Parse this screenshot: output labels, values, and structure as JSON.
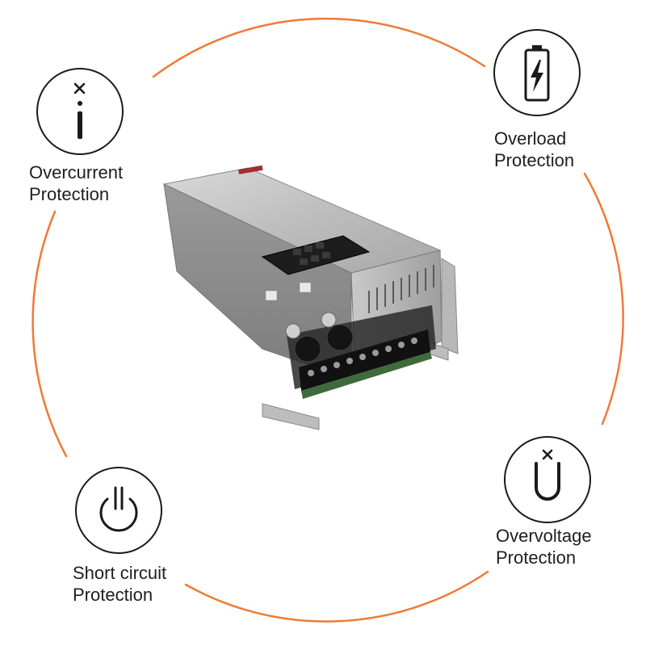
{
  "colors": {
    "ring": "#f07a35",
    "icon": "#1a1a1a",
    "text": "#1e1e1e"
  },
  "features": [
    {
      "id": "overcurrent",
      "icon": "current-x-i-icon",
      "line1": "Overcurrent",
      "line2": "Protection"
    },
    {
      "id": "overload",
      "icon": "battery-charge-icon",
      "line1": "Overload",
      "line2": "Protection"
    },
    {
      "id": "short-circuit",
      "icon": "power-icon",
      "line1": "Short circuit",
      "line2": "Protection"
    },
    {
      "id": "overvoltage",
      "icon": "voltage-x-u-icon",
      "line1": "Overvoltage",
      "line2": "Protection"
    }
  ],
  "product": {
    "icon": "power-supply-unit-image"
  }
}
